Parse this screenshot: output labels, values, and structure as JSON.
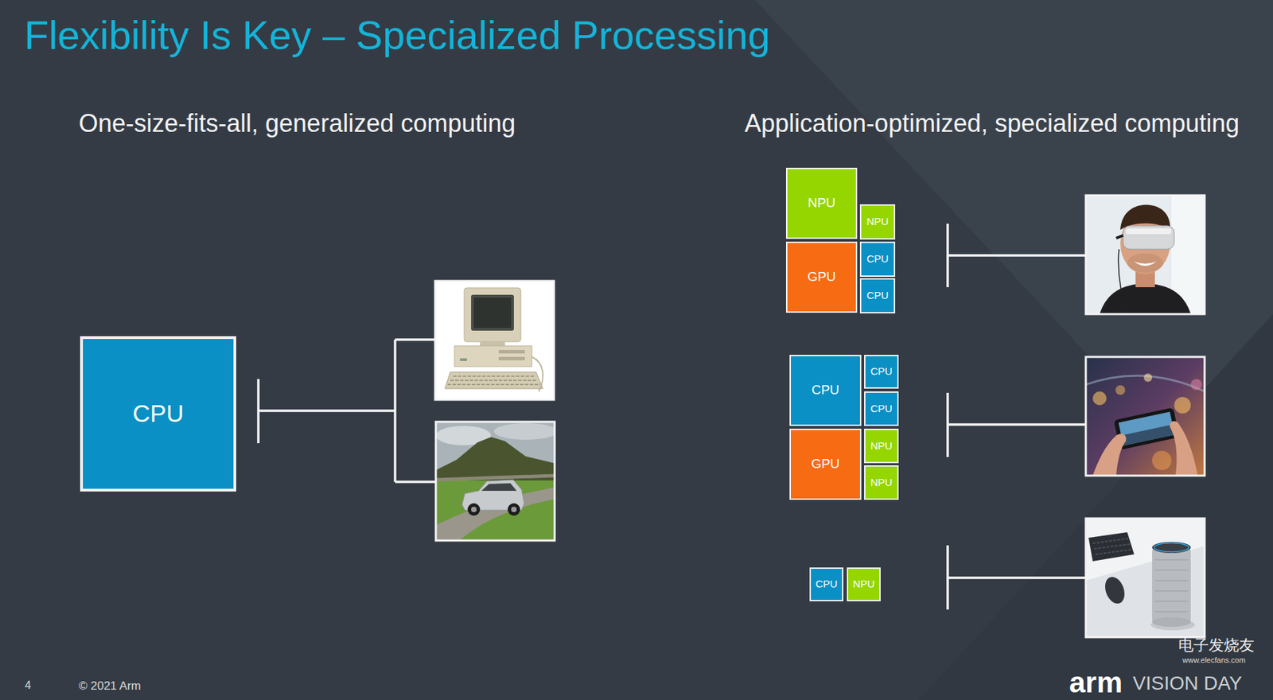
{
  "diagram": {
    "title": "Flexibility Is Key – Specialized Processing",
    "nodes": [
      {
        "text": [
          "CPU"
        ]
      },
      {
        "text": [
          "NPU"
        ]
      },
      {
        "text": [
          "NPU"
        ]
      },
      {
        "text": [
          "GPU"
        ]
      },
      {
        "text": [
          "CPU"
        ]
      },
      {
        "text": [
          "CPU"
        ]
      },
      {
        "text": [
          "CPU"
        ]
      },
      {
        "text": [
          "CPU"
        ]
      },
      {
        "text": [
          "CPU"
        ]
      },
      {
        "text": [
          "GPU"
        ]
      },
      {
        "text": [
          "NPU"
        ]
      },
      {
        "text": [
          "NPU"
        ]
      },
      {
        "text": [
          "CPU"
        ]
      },
      {
        "text": [
          "NPU"
        ]
      }
    ],
    "labels": [
      "One-size-fits-all, generalized computing",
      "Application-optimized, specialized computing",
      "4",
      "© 2021 Arm",
      "arm",
      "VISION DAY",
      "电子发烧友",
      "www.elecfans.com"
    ]
  }
}
